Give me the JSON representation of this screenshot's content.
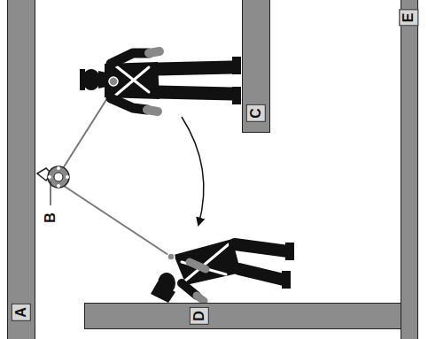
{
  "diagram": {
    "nodes": [
      {
        "text": [
          "A"
        ]
      },
      {
        "text": [
          "C"
        ]
      },
      {
        "text": [
          "D"
        ]
      },
      {
        "text": [
          "E"
        ]
      }
    ],
    "labels": [
      "B"
    ]
  }
}
